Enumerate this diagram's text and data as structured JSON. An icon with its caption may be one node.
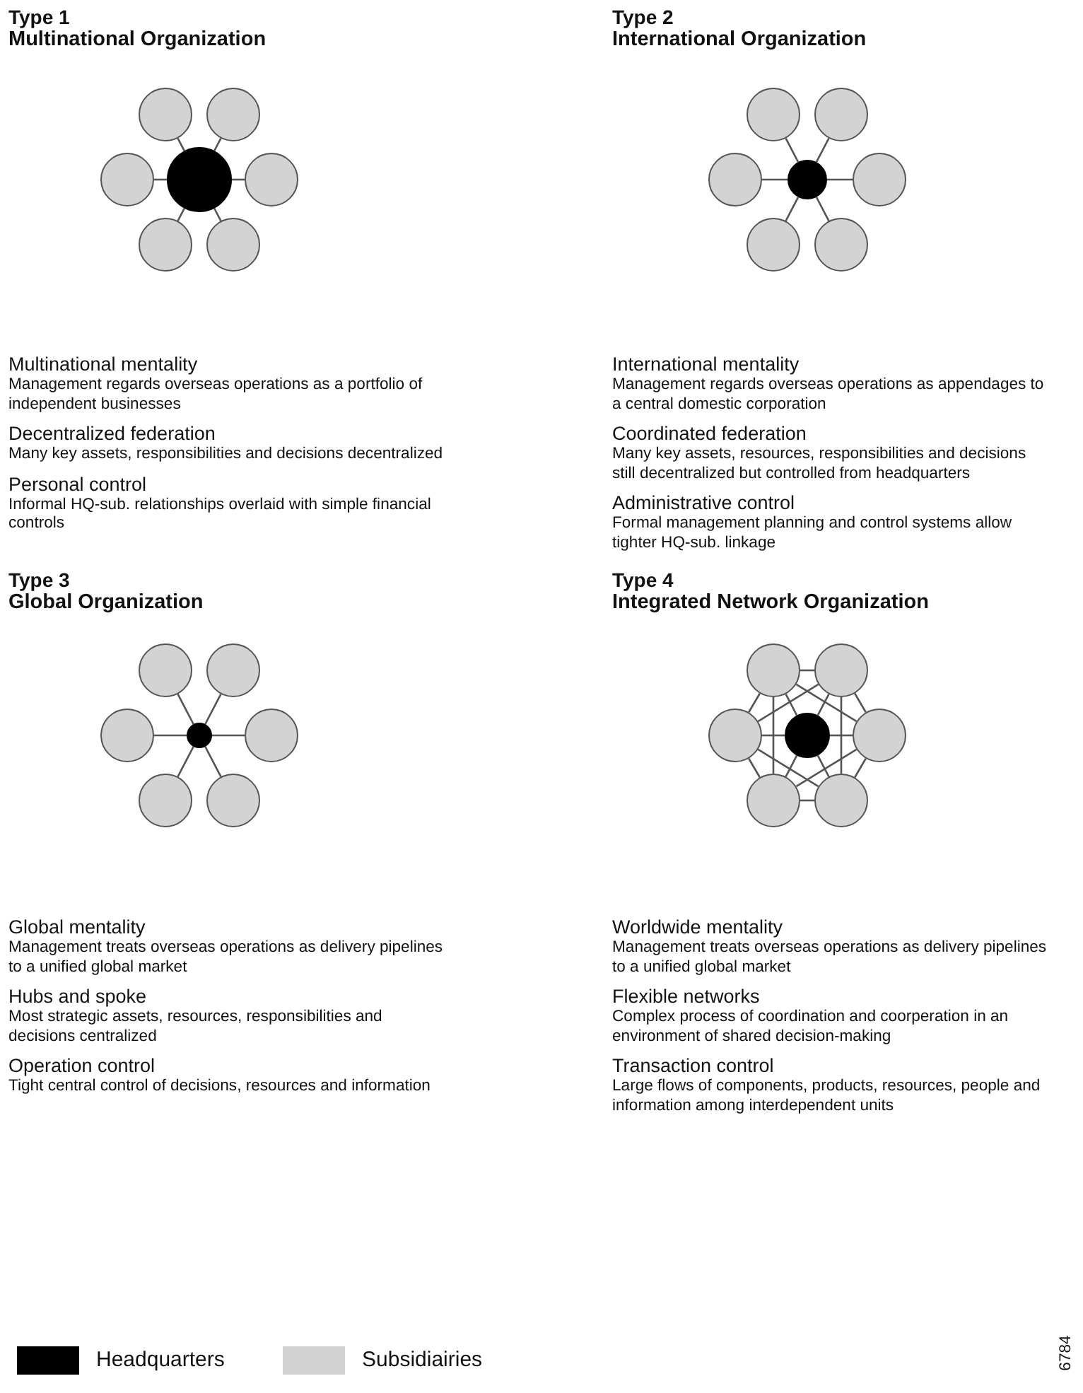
{
  "diagram": {
    "nodes": [
      {
        "text": [],
        "shape": "circle"
      },
      {
        "text": [],
        "shape": "circle"
      },
      {
        "text": [],
        "shape": "circle"
      },
      {
        "text": [],
        "shape": "circle"
      },
      {
        "text": [],
        "shape": "circle"
      },
      {
        "text": [],
        "shape": "circle"
      },
      {
        "text": [],
        "shape": "circle"
      },
      {
        "text": [],
        "shape": "circle"
      },
      {
        "text": [],
        "shape": "circle"
      },
      {
        "text": [],
        "shape": "circle"
      },
      {
        "text": [],
        "shape": "circle"
      },
      {
        "text": [],
        "shape": "circle"
      },
      {
        "text": [],
        "shape": "circle"
      },
      {
        "text": [],
        "shape": "circle"
      },
      {
        "text": [],
        "shape": "circle"
      },
      {
        "text": [],
        "shape": "circle"
      },
      {
        "text": [],
        "shape": "circle"
      },
      {
        "text": [],
        "shape": "circle"
      },
      {
        "text": [],
        "shape": "circle"
      },
      {
        "text": [],
        "shape": "circle"
      },
      {
        "text": [],
        "shape": "circle"
      },
      {
        "text": [],
        "shape": "circle"
      },
      {
        "text": [],
        "shape": "circle"
      },
      {
        "text": [],
        "shape": "circle"
      },
      {
        "text": [],
        "shape": "circle"
      },
      {
        "text": [],
        "shape": "circle"
      },
      {
        "text": [],
        "shape": "circle"
      },
      {
        "text": [],
        "shape": "circle"
      }
    ],
    "edges": [
      {
        "from": 3,
        "to": 0,
        "arrow": "none"
      },
      {
        "from": 3,
        "to": 1,
        "arrow": "none"
      },
      {
        "from": 3,
        "to": 2,
        "arrow": "none"
      },
      {
        "from": 3,
        "to": 4,
        "arrow": "none"
      },
      {
        "from": 3,
        "to": 5,
        "arrow": "none"
      },
      {
        "from": 3,
        "to": 6,
        "arrow": "none"
      },
      {
        "from": 10,
        "to": 7,
        "arrow": "none"
      },
      {
        "from": 10,
        "to": 8,
        "arrow": "none"
      },
      {
        "from": 10,
        "to": 9,
        "arrow": "none"
      },
      {
        "from": 10,
        "to": 11,
        "arrow": "none"
      },
      {
        "from": 10,
        "to": 12,
        "arrow": "none"
      },
      {
        "from": 10,
        "to": 13,
        "arrow": "none"
      },
      {
        "from": 17,
        "to": 14,
        "arrow": "none"
      },
      {
        "from": 17,
        "to": 15,
        "arrow": "none"
      },
      {
        "from": 17,
        "to": 16,
        "arrow": "none"
      },
      {
        "from": 17,
        "to": 18,
        "arrow": "none"
      },
      {
        "from": 17,
        "to": 19,
        "arrow": "none"
      },
      {
        "from": 17,
        "to": 20,
        "arrow": "none"
      },
      {
        "from": 24,
        "to": 21,
        "arrow": "none"
      },
      {
        "from": 24,
        "to": 22,
        "arrow": "none"
      },
      {
        "from": 24,
        "to": 23,
        "arrow": "none"
      },
      {
        "from": 24,
        "to": 25,
        "arrow": "none"
      },
      {
        "from": 24,
        "to": 26,
        "arrow": "none"
      },
      {
        "from": 24,
        "to": 27,
        "arrow": "none"
      },
      {
        "from": 21,
        "to": 22,
        "arrow": "none"
      },
      {
        "from": 22,
        "to": 25,
        "arrow": "none"
      },
      {
        "from": 25,
        "to": 27,
        "arrow": "none"
      },
      {
        "from": 26,
        "to": 27,
        "arrow": "none"
      },
      {
        "from": 23,
        "to": 26,
        "arrow": "none"
      },
      {
        "from": 21,
        "to": 23,
        "arrow": "none"
      },
      {
        "from": 21,
        "to": 26,
        "arrow": "none"
      },
      {
        "from": 22,
        "to": 27,
        "arrow": "none"
      },
      {
        "from": 21,
        "to": 25,
        "arrow": "none"
      },
      {
        "from": 22,
        "to": 23,
        "arrow": "none"
      },
      {
        "from": 26,
        "to": 25,
        "arrow": "none"
      },
      {
        "from": 27,
        "to": 23,
        "arrow": "none"
      }
    ],
    "labels": [
      "Type 1",
      "Multinational Organization",
      "Multinational mentality",
      "Management regards overseas operations as a portfolio of independent businesses",
      "Decentralized federation",
      "Many key assets, responsibilities and decisions decentralized",
      "Personal control",
      "Informal HQ-sub. relationships overlaid with simple financial controls",
      "Type 2",
      "International Organization",
      "International mentality",
      "Management regards overseas operations as appendages to a central domestic corporation",
      "Coordinated federation",
      "Many key assets, resources, responsibilities and decisions still decentralized but controlled from headquarters",
      "Administrative control",
      "Formal management planning and control systems allow tighter HQ-sub. linkage",
      "Type 3",
      "Global Organization",
      "Global mentality",
      "Management treats overseas operations as delivery pipelines to a unified global market",
      "Hubs and spoke",
      "Most strategic assets, resources, responsibilities and decisions centralized",
      "Operation control",
      "Tight central control of decisions, resources and information",
      "Type 4",
      "Integrated Network Organization",
      "Worldwide mentality",
      "Management treats overseas operations as delivery pipelines to a unified global market",
      "Flexible networks",
      "Complex process of coordination and coorperation in an environment of shared decision-making",
      "Transaction control",
      "Large flows of components, products, resources, people and information among interdependent units",
      "6784"
    ],
    "legend": [
      {
        "text": "Headquarters",
        "color": "#000000"
      },
      {
        "text": "Subsidiairies",
        "color": "#d3d3d3"
      }
    ]
  }
}
